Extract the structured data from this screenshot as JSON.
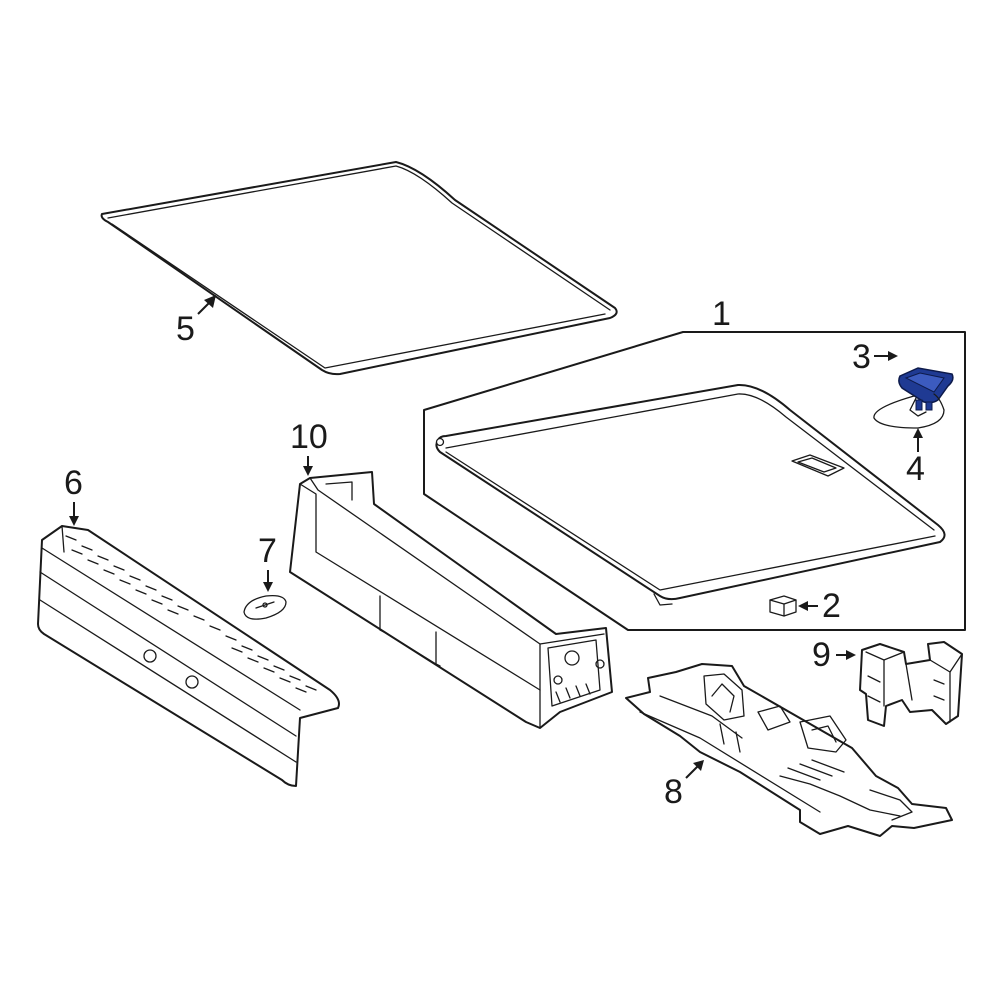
{
  "diagram": {
    "highlight_color": "#1f3a93",
    "line_color": "#1a1a1a",
    "callouts": [
      {
        "id": "1",
        "label": "1"
      },
      {
        "id": "2",
        "label": "2"
      },
      {
        "id": "3",
        "label": "3"
      },
      {
        "id": "4",
        "label": "4"
      },
      {
        "id": "5",
        "label": "5"
      },
      {
        "id": "6",
        "label": "6"
      },
      {
        "id": "7",
        "label": "7"
      },
      {
        "id": "8",
        "label": "8"
      },
      {
        "id": "9",
        "label": "9"
      },
      {
        "id": "10",
        "label": "10"
      }
    ]
  }
}
